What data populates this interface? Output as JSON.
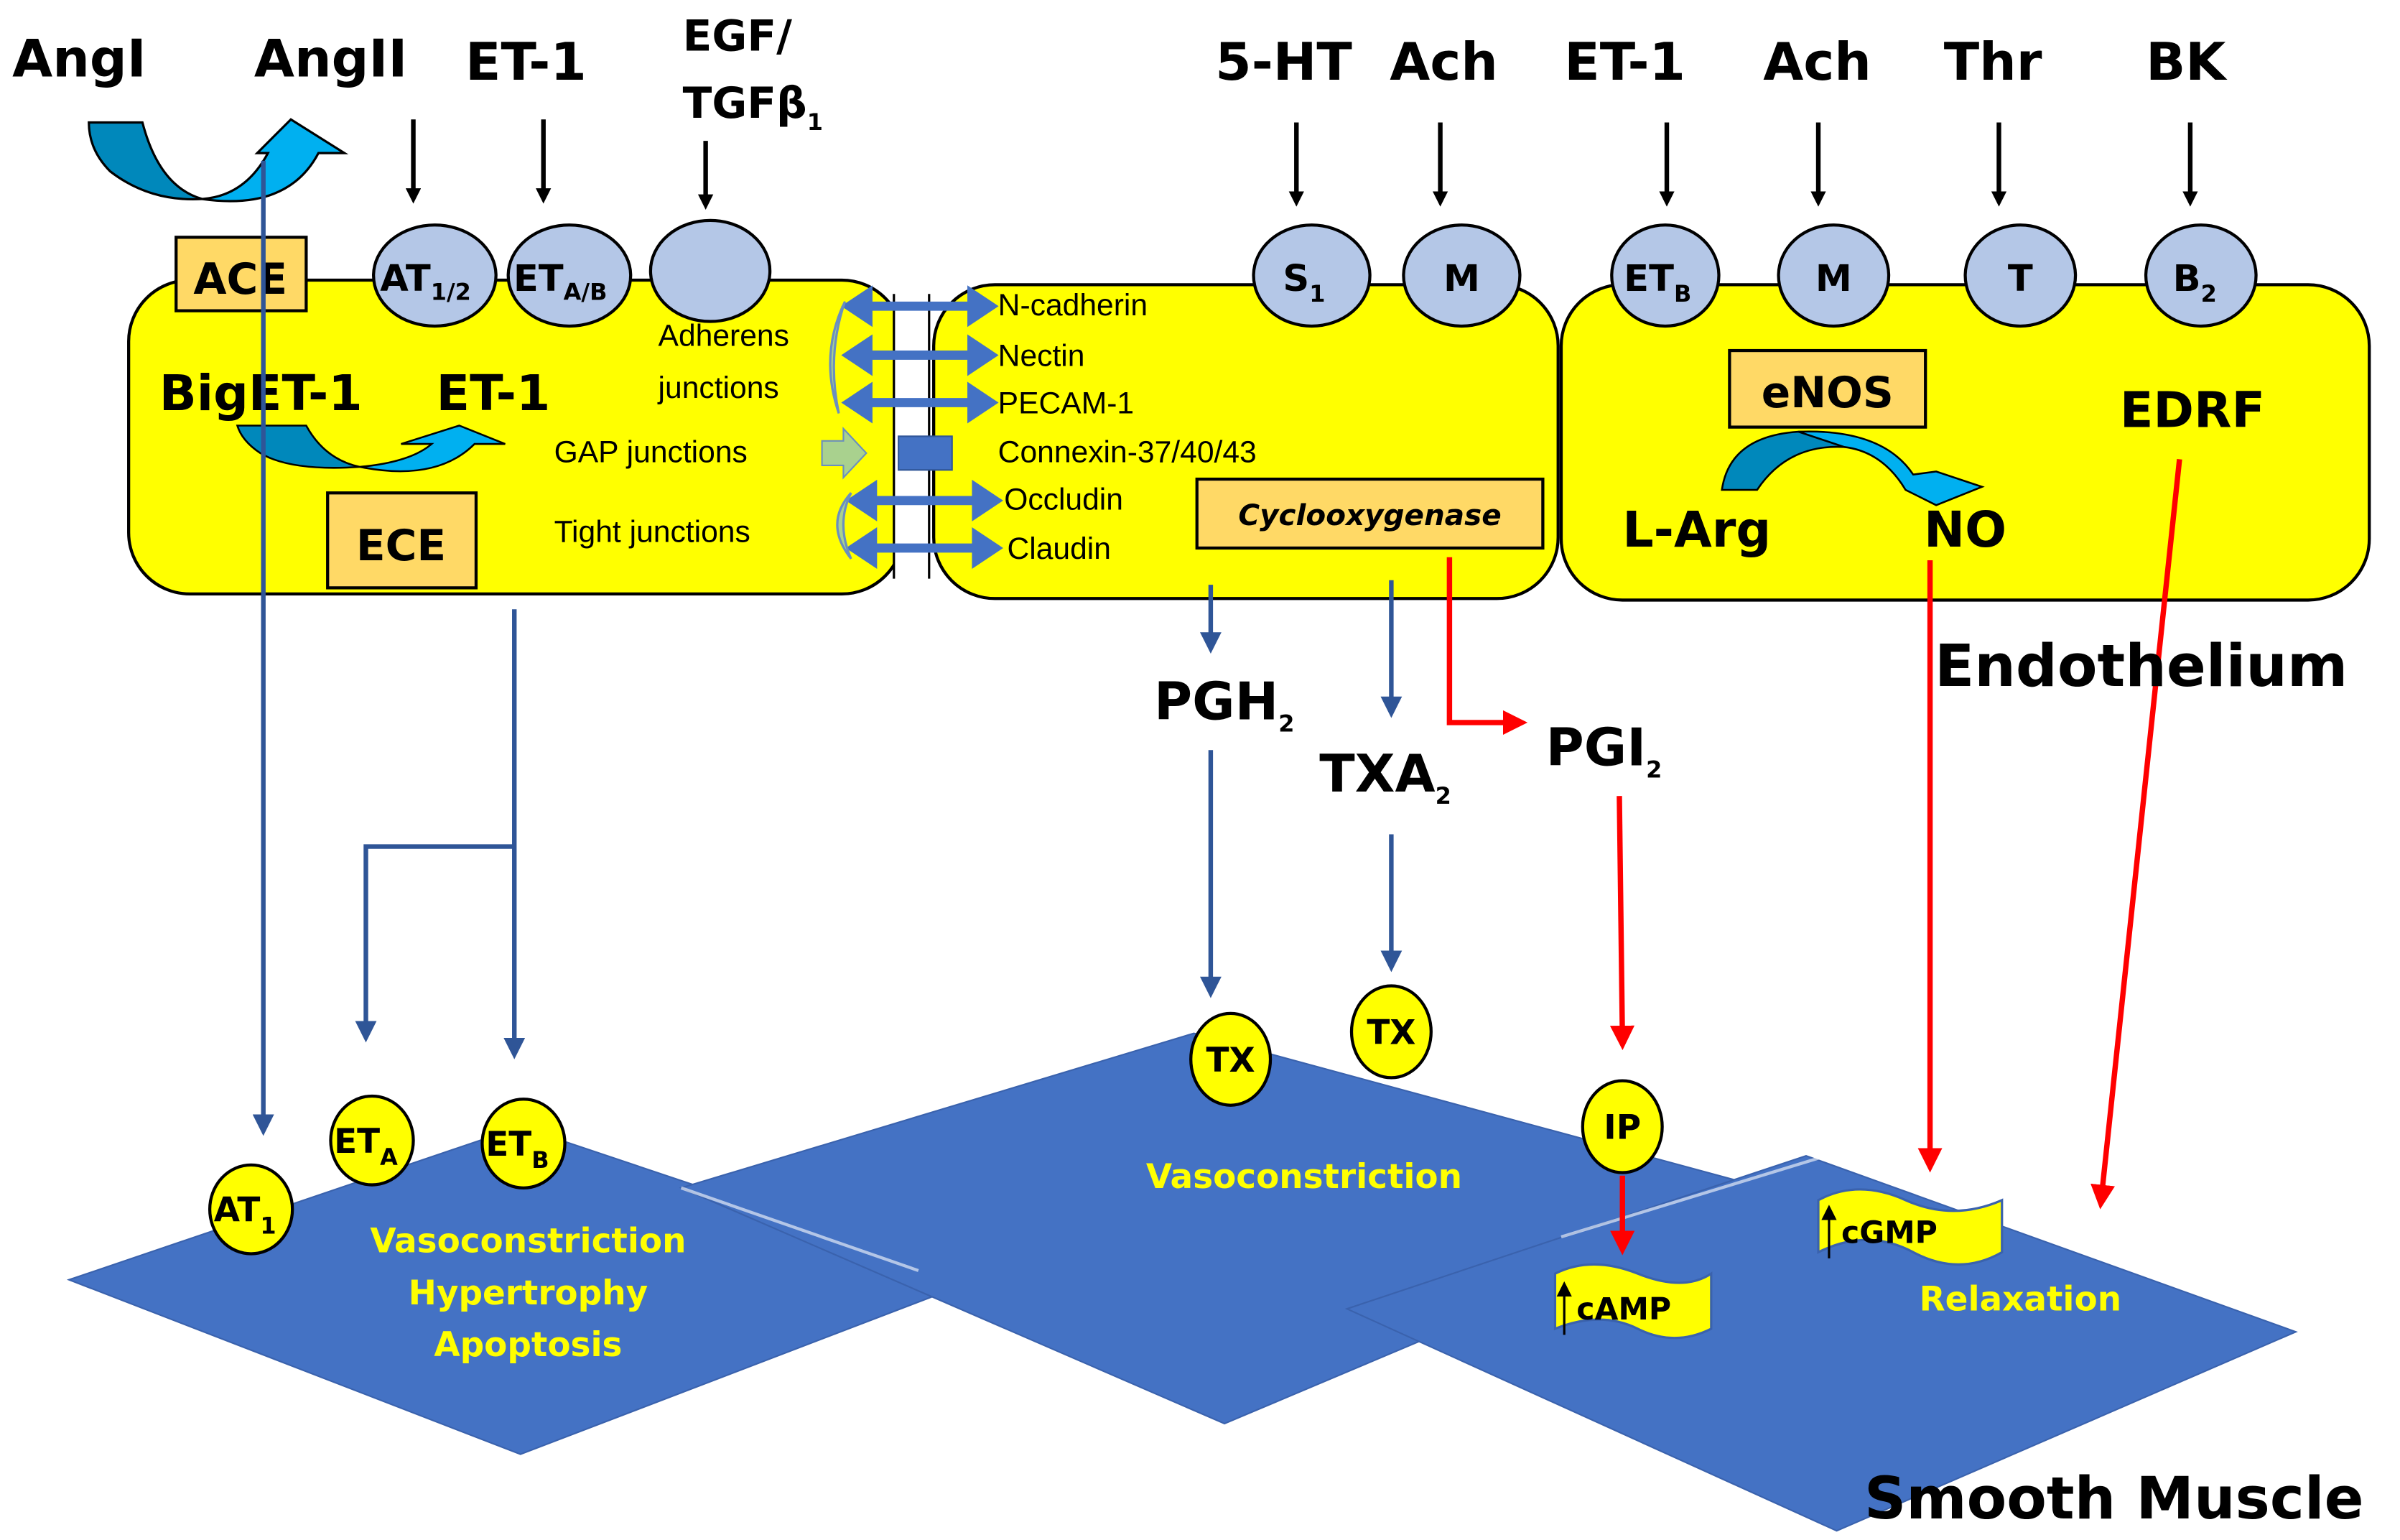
{
  "colors": {
    "cell_fill": "#ffff00",
    "receptor_fill": "#b4c7e7",
    "enzyme_box_fill": "#ffd966",
    "smooth_muscle_fill": "#4472c4",
    "pathway_blue": "#2f5597",
    "pathway_red": "#ff0000",
    "conversion_arrow_dark": "#0088bb",
    "conversion_arrow_light": "#00b0f0",
    "junction_bracket": "#a9d18e",
    "effect_text": "#ffff00"
  },
  "ligands": {
    "angI": "AngI",
    "angII": "AngII",
    "et1_left": "ET-1",
    "egf": "EGF/",
    "tgf": "TGFβ",
    "tgf_sub": "1",
    "ht5": "5-HT",
    "ach_mid": "Ach",
    "et1_right": "ET-1",
    "ach_right": "Ach",
    "thr": "Thr",
    "bk": "BK"
  },
  "endothelial_receptors": [
    {
      "main": "AT",
      "sub": "1/2"
    },
    {
      "main": "ET",
      "sub": "A/B"
    },
    {
      "main": "",
      "sub": ""
    },
    {
      "main": "S",
      "sub": "1"
    },
    {
      "main": "M",
      "sub": ""
    },
    {
      "main": "ET",
      "sub": "B"
    },
    {
      "main": "M",
      "sub": ""
    },
    {
      "main": "T",
      "sub": ""
    },
    {
      "main": "B",
      "sub": "2"
    }
  ],
  "enzymes": {
    "ace": "ACE",
    "ece": "ECE",
    "cox": "Cyclooxygenase",
    "enos": "eNOS"
  },
  "cell1": {
    "big_et1": "BigET-1",
    "et1": "ET-1"
  },
  "junctions": {
    "adherens_line1": "Adherens",
    "adherens_line2": "junctions",
    "gap": "GAP junctions",
    "tight": "Tight junctions",
    "proteins": [
      "N-cadherin",
      "Nectin",
      "PECAM-1",
      "Connexin-37/40/43",
      "Occludin",
      "Claudin"
    ]
  },
  "cell3": {
    "larg": "L-Arg",
    "no": "NO",
    "edrf": "EDRF"
  },
  "mediators": {
    "pgh": "PGH",
    "pgh_sub": "2",
    "txa": "TXA",
    "txa_sub": "2",
    "pgi": "PGI",
    "pgi_sub": "2"
  },
  "smooth_muscle_receptors": [
    {
      "main": "AT",
      "sub": "1"
    },
    {
      "main": "ET",
      "sub": "A"
    },
    {
      "main": "ET",
      "sub": "B"
    },
    {
      "main": "TX",
      "sub": ""
    },
    {
      "main": "TX",
      "sub": ""
    },
    {
      "main": "IP",
      "sub": ""
    }
  ],
  "second_messengers": {
    "camp": "cAMP",
    "cgmp": "cGMP"
  },
  "effects": {
    "left_1": "Vasoconstriction",
    "left_2": "Hypertrophy",
    "left_3": "Apoptosis",
    "middle": "Vasoconstriction",
    "right": "Relaxation"
  },
  "labels": {
    "endothelium": "Endothelium",
    "smooth_muscle": "Smooth Muscle"
  }
}
